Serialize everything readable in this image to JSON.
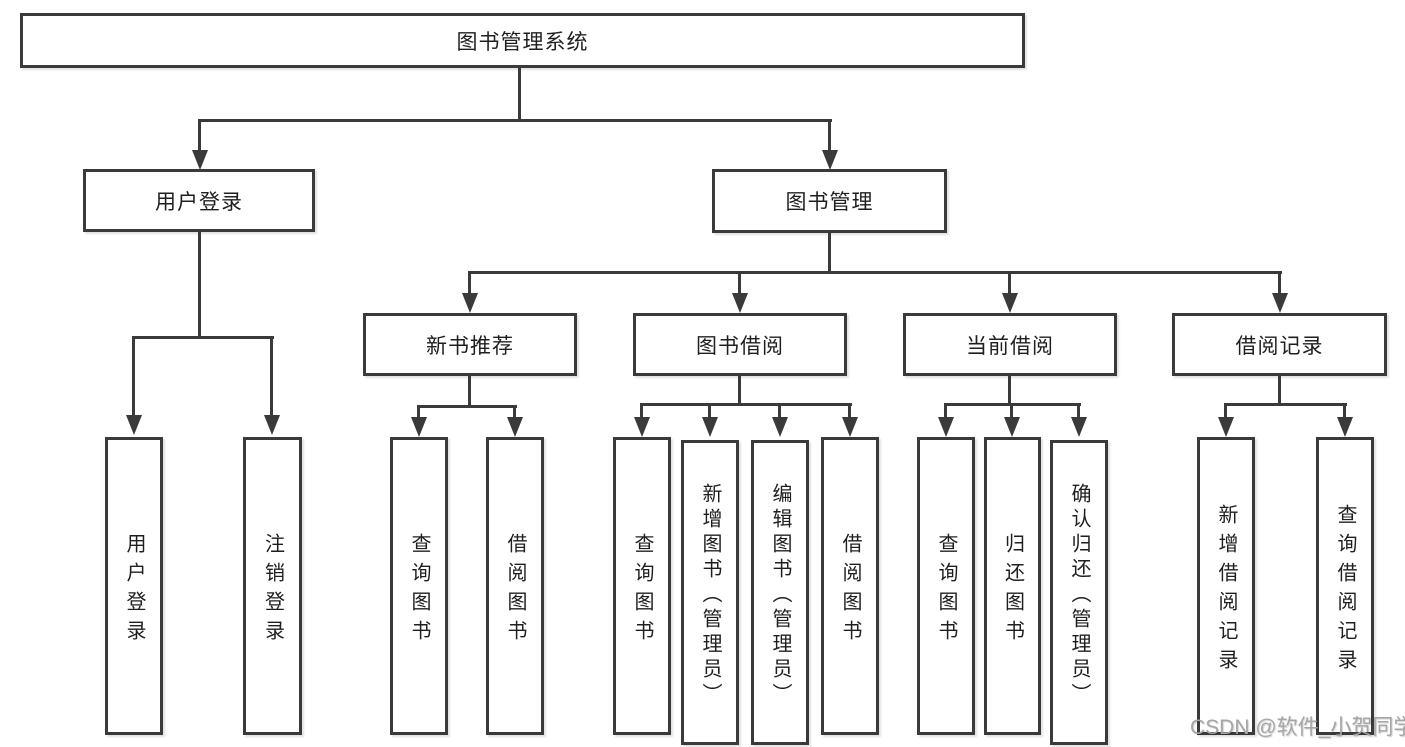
{
  "tree": {
    "label": "图书管理系统",
    "children": [
      {
        "label": "用户登录",
        "children": [
          {
            "label": "用户登录"
          },
          {
            "label": "注销登录"
          }
        ]
      },
      {
        "label": "图书管理",
        "children": [
          {
            "label": "新书推荐",
            "children": [
              {
                "label": "查询图书"
              },
              {
                "label": "借阅图书"
              }
            ]
          },
          {
            "label": "图书借阅",
            "children": [
              {
                "label": "查询图书"
              },
              {
                "label": "新增图书（管理员）"
              },
              {
                "label": "编辑图书（管理员）"
              },
              {
                "label": "借阅图书"
              }
            ]
          },
          {
            "label": "当前借阅",
            "children": [
              {
                "label": "查询图书"
              },
              {
                "label": "归还图书"
              },
              {
                "label": "确认归还（管理员）"
              }
            ]
          },
          {
            "label": "借阅记录",
            "children": [
              {
                "label": "新增借阅记录"
              },
              {
                "label": "查询借阅记录"
              }
            ]
          }
        ]
      }
    ]
  },
  "watermark": {
    "text": "CSDN @软件_小贺同学"
  },
  "colors": {
    "line": "#3a3a3a",
    "text": "#1f1f1f",
    "watermark": "#a6a6a6",
    "background": "#ffffff"
  }
}
